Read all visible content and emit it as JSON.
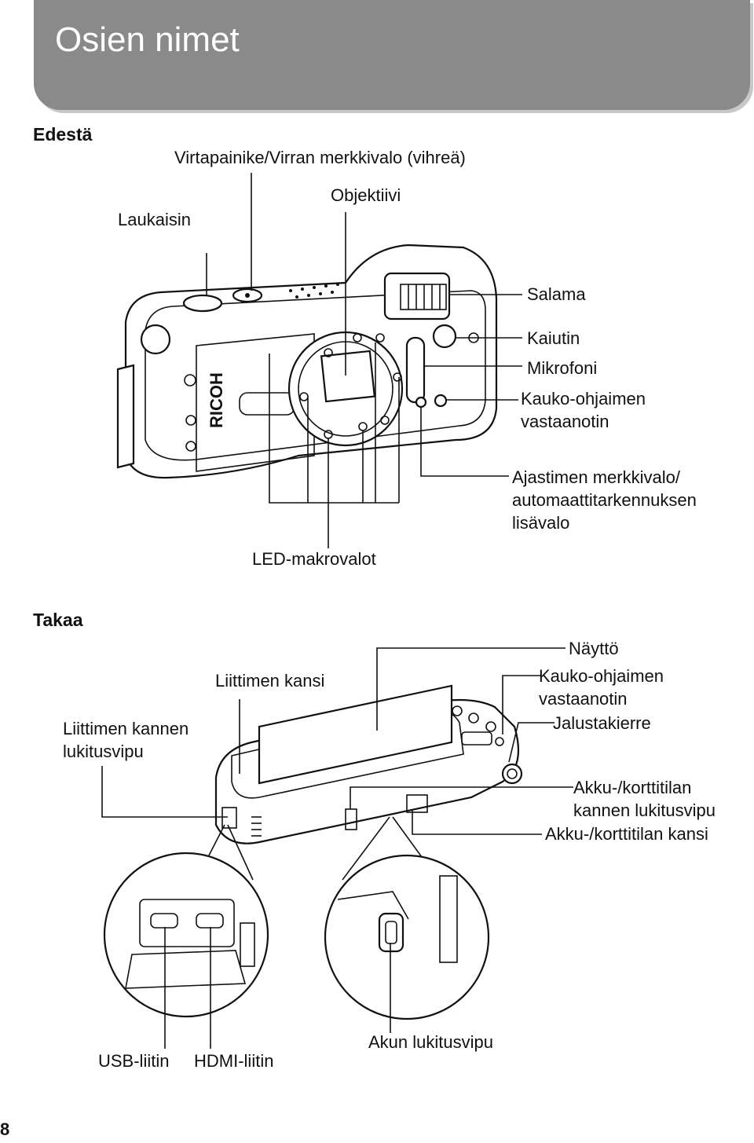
{
  "page": {
    "title": "Osien nimet",
    "page_number": "8"
  },
  "front": {
    "heading": "Edestä",
    "labels": {
      "power": "Virtapainike/Virran merkkivalo (vihreä)",
      "lens": "Objektiivi",
      "shutter": "Laukaisin",
      "flash": "Salama",
      "speaker": "Kaiutin",
      "mic": "Mikrofoni",
      "remote_1": "Kauko-ohjaimen",
      "remote_2": "vastaanotin",
      "timer_1": "Ajastimen merkkivalo/",
      "timer_2": "automaattitarkennuksen",
      "timer_3": "lisävalo",
      "led": "LED-makrovalot"
    },
    "brand": "RICOH"
  },
  "back": {
    "heading": "Takaa",
    "labels": {
      "display": "Näyttö",
      "remote_1": "Kauko-ohjaimen",
      "remote_2": "vastaanotin",
      "tripod": "Jalustakierre",
      "connector_cover": "Liittimen kansi",
      "connector_lock_1": "Liittimen kannen",
      "connector_lock_2": "lukitusvipu",
      "battery_lock_1": "Akku-/korttitilan",
      "battery_lock_2": "kannen lukitusvipu",
      "battery_cover": "Akku-/korttitilan kansi",
      "usb": "USB-liitin",
      "hdmi": "HDMI-liitin",
      "battery_lever": "Akun lukitusvipu"
    }
  }
}
